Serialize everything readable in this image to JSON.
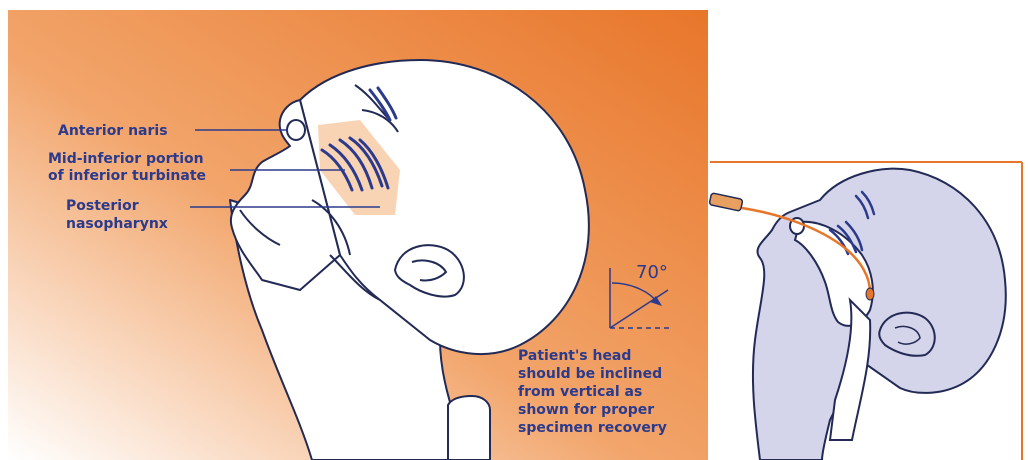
{
  "labels": {
    "anterior_naris": "Anterior naris",
    "mid_inferior_line1": "Mid-inferior portion",
    "mid_inferior_line2": "of inferior turbinate",
    "posterior_line1": "Posterior",
    "posterior_line2": "nasopharynx"
  },
  "angle": {
    "value_text": "70°"
  },
  "note": {
    "lines": [
      "Patient's head",
      "should be inclined",
      "from vertical as",
      "shown for proper",
      "specimen recovery"
    ]
  },
  "colors": {
    "orange_dark": "#e8762a",
    "orange_light": "#fbe3cf",
    "label_blue": "#2b3a8c",
    "head_fill_right": "#d4d4ea",
    "outline": "#222a55",
    "swab": "#e8762a"
  }
}
